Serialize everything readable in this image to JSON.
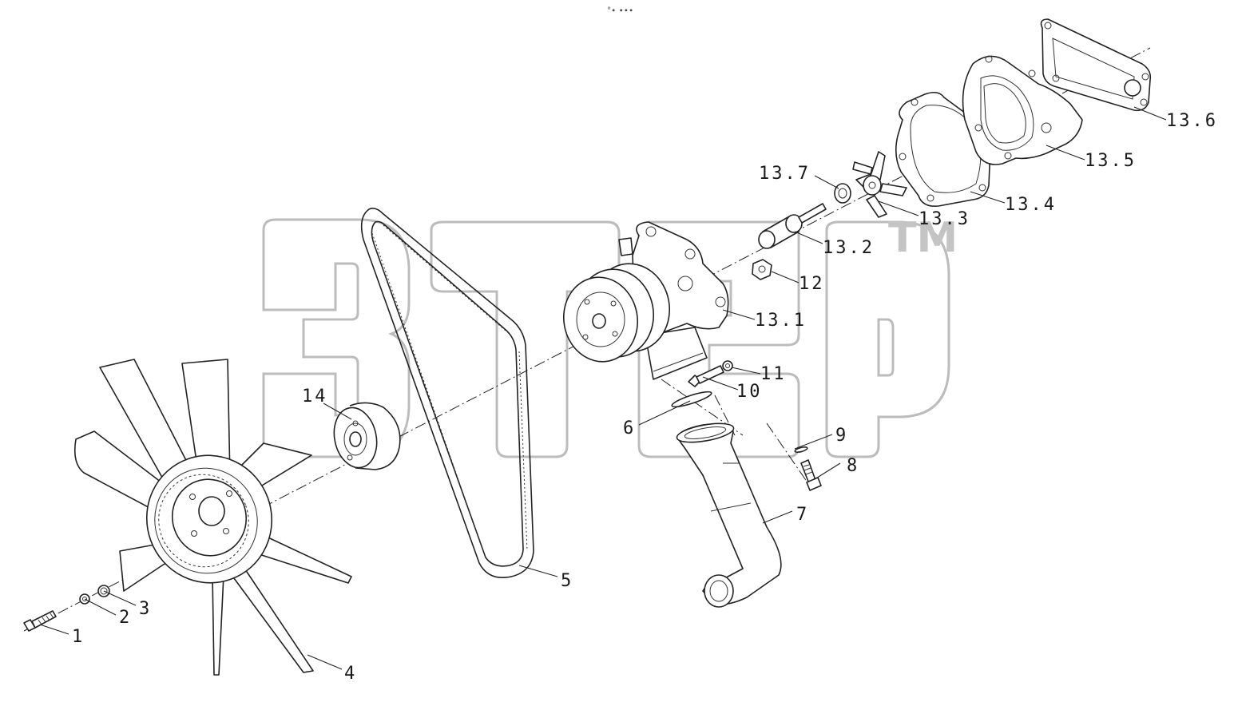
{
  "header": {
    "mark": "°∙ ∙∙∙"
  },
  "watermark": {
    "logo": "зтер",
    "trademark": "TM",
    "color": "#bcbcbc"
  },
  "callouts": [
    {
      "id": "1",
      "label": "1"
    },
    {
      "id": "2",
      "label": "2"
    },
    {
      "id": "3",
      "label": "3"
    },
    {
      "id": "4",
      "label": "4"
    },
    {
      "id": "5",
      "label": "5"
    },
    {
      "id": "6",
      "label": "6"
    },
    {
      "id": "7",
      "label": "7"
    },
    {
      "id": "8",
      "label": "8"
    },
    {
      "id": "9",
      "label": "9"
    },
    {
      "id": "10",
      "label": "10"
    },
    {
      "id": "11",
      "label": "11"
    },
    {
      "id": "12",
      "label": "12"
    },
    {
      "id": "13.1",
      "label": "13.1"
    },
    {
      "id": "13.2",
      "label": "13.2"
    },
    {
      "id": "13.3",
      "label": "13.3"
    },
    {
      "id": "13.4",
      "label": "13.4"
    },
    {
      "id": "13.5",
      "label": "13.5"
    },
    {
      "id": "13.6",
      "label": "13.6"
    },
    {
      "id": "13.7",
      "label": "13.7"
    },
    {
      "id": "14",
      "label": "14"
    }
  ],
  "parts": [
    {
      "id": "1",
      "icon": "bolt-icon"
    },
    {
      "id": "2",
      "icon": "washer-icon"
    },
    {
      "id": "3",
      "icon": "washer-icon"
    },
    {
      "id": "4",
      "icon": "fan-icon"
    },
    {
      "id": "5",
      "icon": "belt-icon"
    },
    {
      "id": "6",
      "icon": "gasket-icon"
    },
    {
      "id": "7",
      "icon": "pipe-icon"
    },
    {
      "id": "8",
      "icon": "bolt-icon"
    },
    {
      "id": "9",
      "icon": "washer-icon"
    },
    {
      "id": "10",
      "icon": "bolt-icon"
    },
    {
      "id": "11",
      "icon": "washer-icon"
    },
    {
      "id": "12",
      "icon": "nut-icon"
    },
    {
      "id": "13.1",
      "icon": "pump-body-icon"
    },
    {
      "id": "13.2",
      "icon": "bearing-shaft-icon"
    },
    {
      "id": "13.3",
      "icon": "impeller-icon"
    },
    {
      "id": "13.4",
      "icon": "gasket-icon"
    },
    {
      "id": "13.5",
      "icon": "cover-icon"
    },
    {
      "id": "13.6",
      "icon": "gasket-icon"
    },
    {
      "id": "13.7",
      "icon": "seal-icon"
    },
    {
      "id": "14",
      "icon": "idler-pulley-icon"
    }
  ]
}
